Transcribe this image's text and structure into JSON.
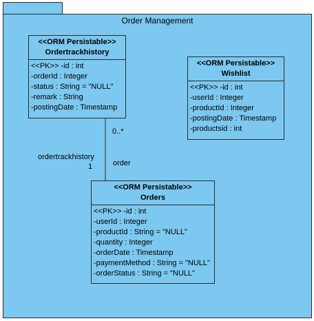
{
  "package": {
    "title": "Order Management"
  },
  "classes": {
    "ordertrackhistory": {
      "stereotype": "<<ORM Persistable>>",
      "name": "Ordertrackhistory",
      "attributes": [
        "<<PK>> -id : int",
        "-orderId : Integer",
        "-status : String = \"NULL\"",
        "-remark : String",
        "-postingDate : Timestamp"
      ]
    },
    "wishlist": {
      "stereotype": "<<ORM Persistable>>",
      "name": "Wishlist",
      "attributes": [
        "<<PK>> -id : int",
        "-userId : Integer",
        "-productId : Integer",
        "-postingDate : Timestamp",
        "-productsid : int"
      ]
    },
    "orders": {
      "stereotype": "<<ORM Persistable>>",
      "name": "Orders",
      "attributes": [
        "<<PK>> -id : int",
        "-userId : Integer",
        "-productId : String = \"NULL\"",
        "-quantity : Integer",
        "-orderDate : Timestamp",
        "-paymentMethod : String = \"NULL\"",
        "-orderStatus : String = \"NULL\""
      ]
    }
  },
  "association": {
    "multiplicity_top": "0..*",
    "role_left": "ordertrackhistory",
    "multiplicity_bottom": "1",
    "role_right": "order"
  }
}
